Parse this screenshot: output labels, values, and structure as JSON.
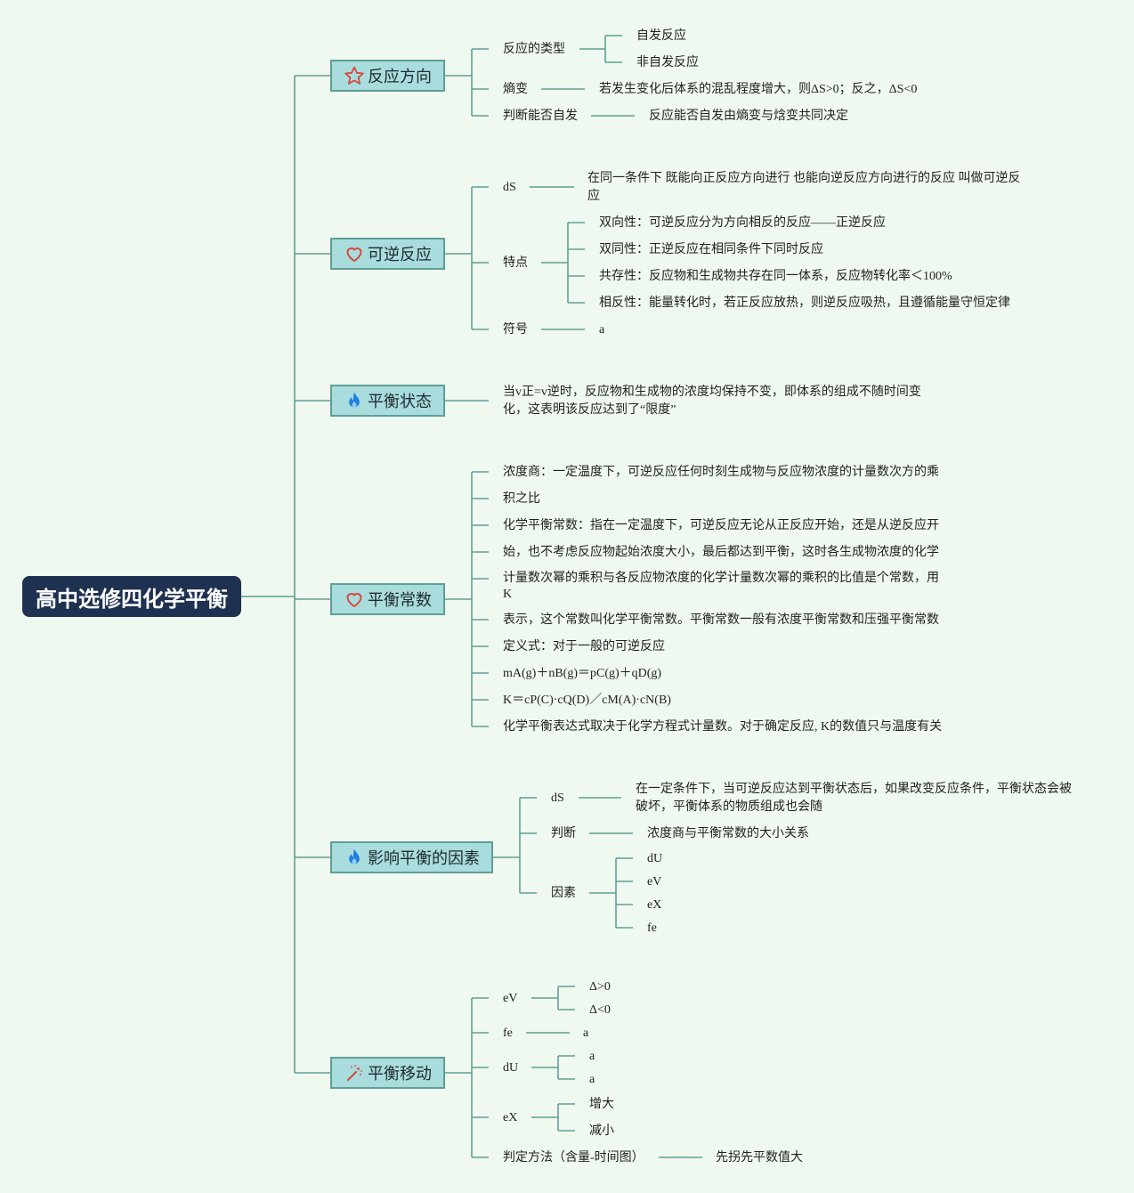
{
  "colors": {
    "background": "#f0f9ef",
    "root_bg": "#1f3150",
    "topic_bg": "#a9dcdc",
    "line": "#5e9f97"
  },
  "root": "高中选修四化学平衡",
  "topics": [
    {
      "label": "反应方向",
      "icon": "star-icon",
      "items": [
        {
          "label": "反应的类型",
          "children": [
            "自发反应",
            "非自发反应"
          ]
        },
        {
          "label": "熵变",
          "children": [
            "若发生变化后体系的混乱程度增大，则ΔS>0；反之，ΔS<0"
          ]
        },
        {
          "label": "判断能否自发",
          "children": [
            "反应能否自发由熵变与焓变共同决定"
          ]
        }
      ]
    },
    {
      "label": "可逆反应",
      "icon": "heart-icon",
      "items": [
        {
          "label": "dS",
          "children": [
            "在同一条件下 既能向正反应方向进行 也能向逆反应方向进行的反应 叫做可逆反应"
          ]
        },
        {
          "label": "特点",
          "children": [
            "双向性：可逆反应分为方向相反的反应——正逆反应",
            "双同性：正逆反应在相同条件下同时反应",
            "共存性：反应物和生成物共存在同一体系，反应物转化率＜100%",
            "相反性：能量转化时，若正反应放热，则逆反应吸热，且遵循能量守恒定律"
          ]
        },
        {
          "label": "符号",
          "children": [
            "a"
          ]
        }
      ]
    },
    {
      "label": "平衡状态",
      "icon": "fire-icon",
      "items": [
        {
          "label": "当v正=v逆时，反应物和生成物的浓度均保持不变，即体系的组成不随时间变化，这表明该反应达到了“限度”",
          "children": []
        }
      ]
    },
    {
      "label": "平衡常数",
      "icon": "heart-icon",
      "items": [
        {
          "label": "浓度商：一定温度下，可逆反应任何时刻生成物与反应物浓度的计量数次方的乘",
          "children": []
        },
        {
          "label": "积之比",
          "children": []
        },
        {
          "label": "化学平衡常数：指在一定温度下，可逆反应无论从正反应开始，还是从逆反应开",
          "children": []
        },
        {
          "label": "始，也不考虑反应物起始浓度大小，最后都达到平衡，这时各生成物浓度的化学",
          "children": []
        },
        {
          "label": "计量数次幂的乘积与各反应物浓度的化学计量数次幂的乘积的比值是个常数，用K",
          "children": []
        },
        {
          "label": "表示，这个常数叫化学平衡常数。平衡常数一般有浓度平衡常数和压强平衡常数",
          "children": []
        },
        {
          "label": "定义式：对于一般的可逆反应",
          "children": []
        },
        {
          "label": "mA(g)＋nB(g)＝pC(g)＋qD(g)",
          "children": []
        },
        {
          "label": "K＝cP(C)·cQ(D)／cM(A)·cN(B)",
          "children": []
        },
        {
          "label": "化学平衡表达式取决于化学方程式计量数。对于确定反应, K的数值只与温度有关",
          "children": []
        }
      ]
    },
    {
      "label": "影响平衡的因素",
      "icon": "fire-icon",
      "items": [
        {
          "label": "dS",
          "children": [
            "在一定条件下，当可逆反应达到平衡状态后，如果改变反应条件，平衡状态会被破坏，平衡体系的物质组成也会随"
          ]
        },
        {
          "label": "判断",
          "children": [
            "浓度商与平衡常数的大小关系"
          ]
        },
        {
          "label": "因素",
          "children": [
            "dU",
            "eV",
            "eX",
            "fe"
          ]
        }
      ]
    },
    {
      "label": "平衡移动",
      "icon": "magic-wand-icon",
      "items": [
        {
          "label": "eV",
          "children": [
            "Δ>0",
            "Δ<0"
          ]
        },
        {
          "label": "fe",
          "children": [
            "a"
          ]
        },
        {
          "label": "dU",
          "children": [
            "a",
            "a"
          ]
        },
        {
          "label": "eX",
          "children": [
            "增大",
            "减小"
          ]
        },
        {
          "label": "判定方法（含量-时间图）",
          "children": [
            "先拐先平数值大"
          ]
        }
      ]
    }
  ]
}
